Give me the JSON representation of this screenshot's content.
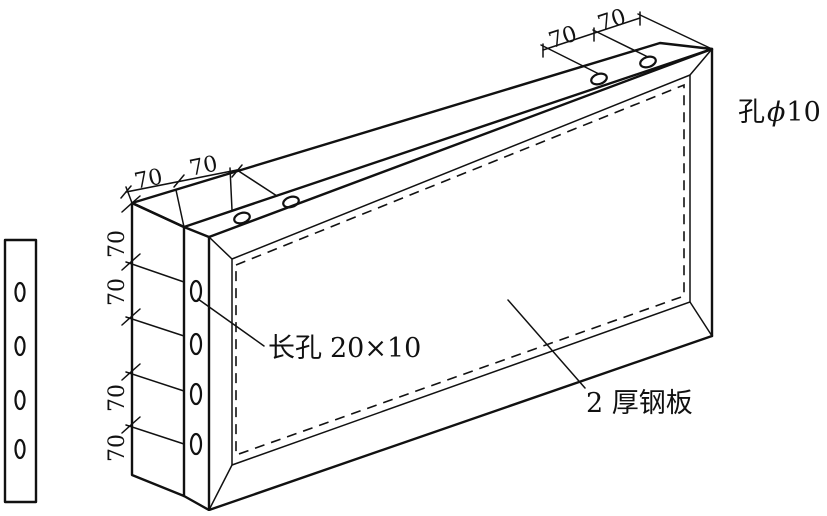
{
  "labels": {
    "hole_label": "孔",
    "hole_symbol": "ϕ",
    "hole_size": "10",
    "slot_label": "长孔",
    "slot_size": "20×10",
    "plate_label": "2 厚钢板"
  },
  "dimensions": {
    "value": "70"
  }
}
